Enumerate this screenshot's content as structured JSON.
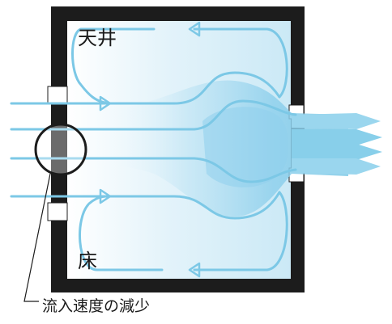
{
  "labels": {
    "ceiling": "天井",
    "floor": "床",
    "annotation": "流入速度の減少"
  },
  "colors": {
    "wall": "#1c1c1c",
    "airflow_line": "#7cc8e6",
    "room_fill_light": "#eaf6fb",
    "room_fill_dark": "#a9dcf1"
  }
}
